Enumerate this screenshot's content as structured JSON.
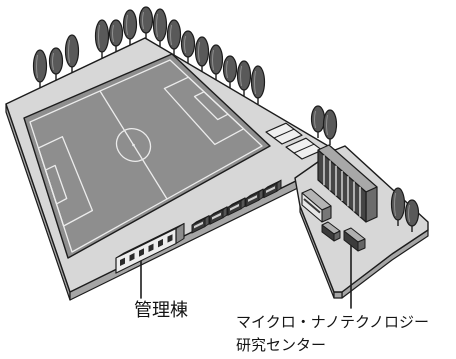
{
  "labels": {
    "admin_building": "管理棟",
    "research_center": [
      "マイクロ・ナノテクノロジー",
      "研究センター"
    ]
  },
  "colors": {
    "platform": "#d7d7d7",
    "platform_side": "#a6a6a6",
    "pitch": "#8e8e8e",
    "pitch_lines": "#ececec",
    "tree": "#595959",
    "court": "#f0f0f0",
    "ink": "#1c1c1c"
  }
}
